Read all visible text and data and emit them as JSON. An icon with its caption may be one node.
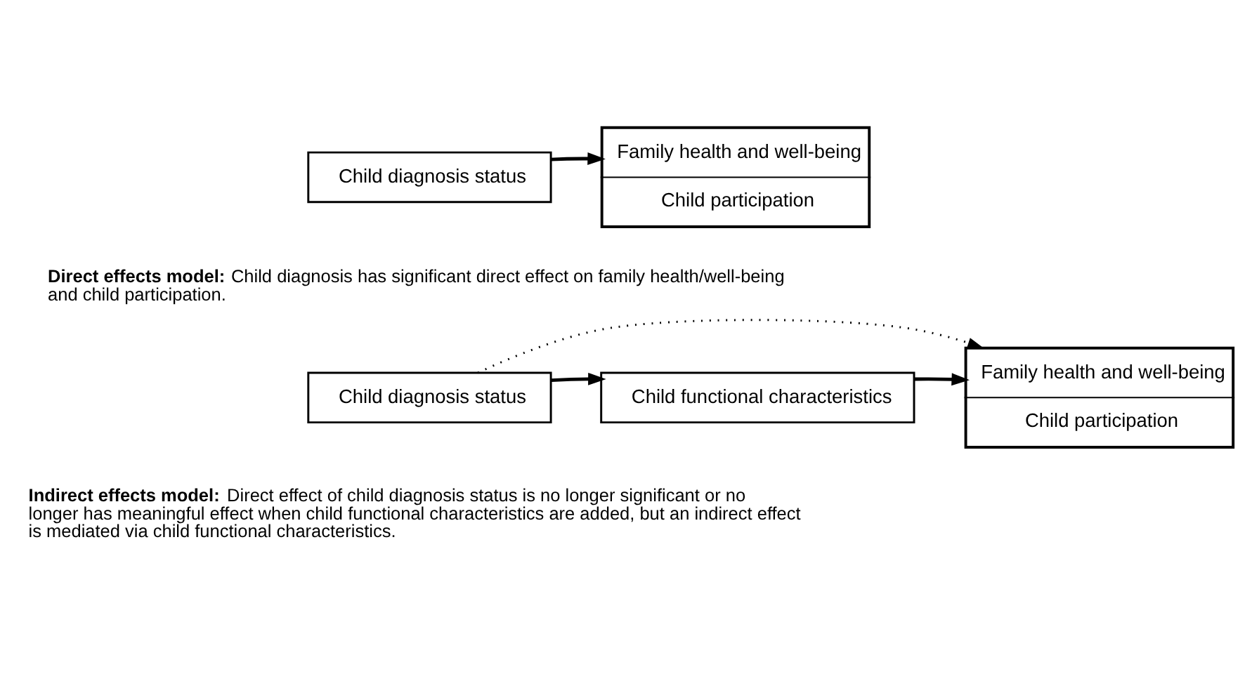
{
  "diagram": {
    "nodes": [
      {
        "text": [
          "Child diagnosis status"
        ]
      },
      {
        "text": [
          "Family health and well-being",
          "Child participation"
        ]
      },
      {
        "text": [
          "Child diagnosis status"
        ]
      },
      {
        "text": [
          "Child functional characteristics"
        ]
      },
      {
        "text": [
          "Family health and well-being",
          "Child participation"
        ]
      }
    ],
    "edges": [
      {
        "from": 0,
        "to": 1,
        "arrow": "to"
      },
      {
        "from": 2,
        "to": 3,
        "arrow": "to"
      },
      {
        "from": 3,
        "to": 4,
        "arrow": "to"
      },
      {
        "from": 2,
        "to": 4,
        "arrow": "to",
        "style": "dashed"
      }
    ],
    "labels": [
      "**Direct effects model:** Child diagnosis has significant direct effect on family health/well-being and child participation.",
      "**Indirect effects model:** Direct effect of child diagnosis status is no longer significant or no longer has meaningful effect when child functional characteristics are added, but an indirect effect is mediated via child functional characteristics."
    ]
  }
}
